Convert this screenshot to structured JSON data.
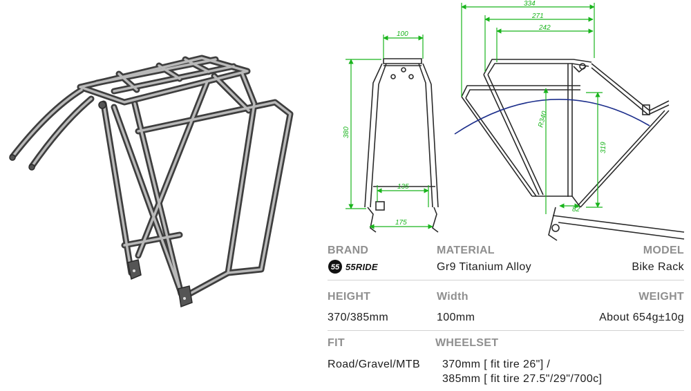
{
  "dimensions": {
    "top_width": "100",
    "side_height": "380",
    "inner_width": "135",
    "bottom_width": "175",
    "length_total": "334",
    "length_mid": "271",
    "length_short": "242",
    "radius": "R340",
    "side_height_right": "319",
    "bottom_offset": "82"
  },
  "specs": {
    "brand_label": "BRAND",
    "brand_logo_text": "55RIDE",
    "material_label": "MATERIAL",
    "material_value": "Gr9 Titanium Alloy",
    "model_label": "MODEL",
    "model_value": "Bike Rack",
    "height_label": "HEIGHT",
    "height_value": "370/385mm",
    "width_label": "Width",
    "width_value": "100mm",
    "weight_label": "WEIGHT",
    "weight_value": "About 654g±10g",
    "fit_label": "FIT",
    "fit_value": "Road/Gravel/MTB",
    "wheelset_label": "WHEELSET",
    "wheelset_line1": "370mm [ fit tire 26\"] /",
    "wheelset_line2": "385mm [ fit tire 27.5\"/29\"/700c]"
  },
  "colors": {
    "dimension_green": "#19b41c",
    "arc_blue": "#1d2f8c",
    "label_gray": "#8f8f8f"
  }
}
